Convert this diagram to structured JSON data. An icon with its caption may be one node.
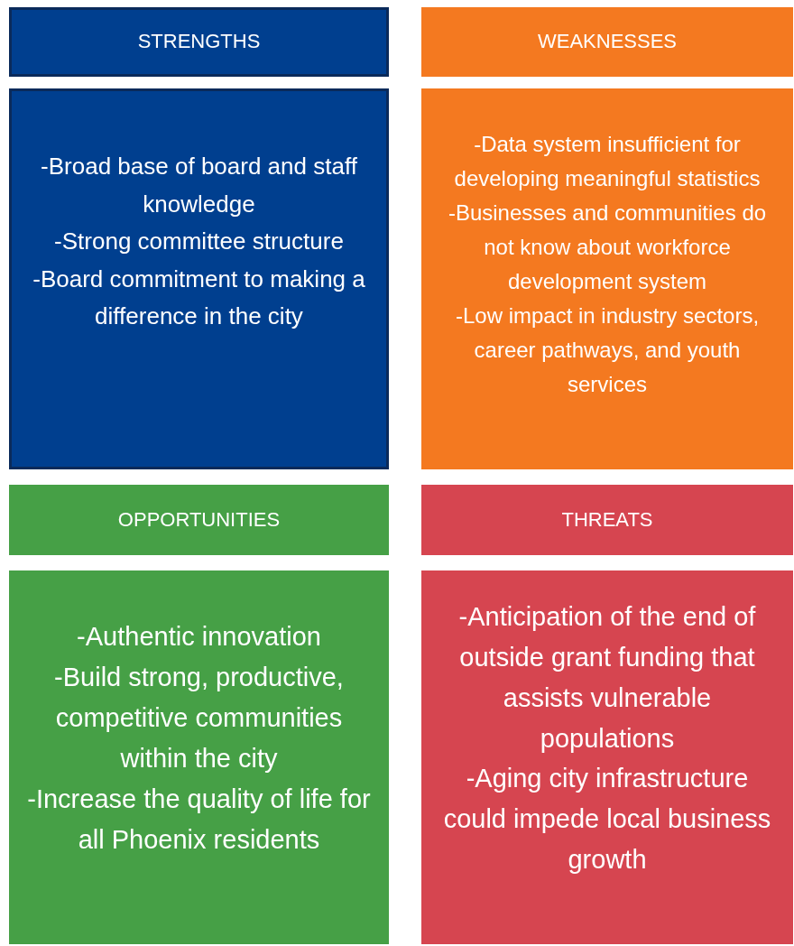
{
  "diagram": {
    "nodes": [
      {
        "text": [
          "STRENGTHS"
        ]
      },
      {
        "text": [
          "WEAKNESSES"
        ]
      },
      {
        "text": [
          "-Broad base of board and staff knowledge",
          "-Strong committee structure",
          "-Board commitment to making a difference in the city"
        ]
      },
      {
        "text": [
          "-Data system insufficient for developing meaningful statistics",
          "-Businesses and communities do not know about workforce development system",
          "-Low impact in industry sectors, career pathways, and youth services"
        ]
      },
      {
        "text": [
          "OPPORTUNITIES"
        ]
      },
      {
        "text": [
          "THREATS"
        ]
      },
      {
        "text": [
          "-Authentic innovation",
          "-Build strong, productive, competitive communities within the city",
          "-Increase the quality of life for all Phoenix residents"
        ]
      },
      {
        "text": [
          "-Anticipation of the end of outside grant funding that assists vulnerable populations",
          "-Aging city infrastructure could impede local business growth"
        ]
      }
    ]
  }
}
